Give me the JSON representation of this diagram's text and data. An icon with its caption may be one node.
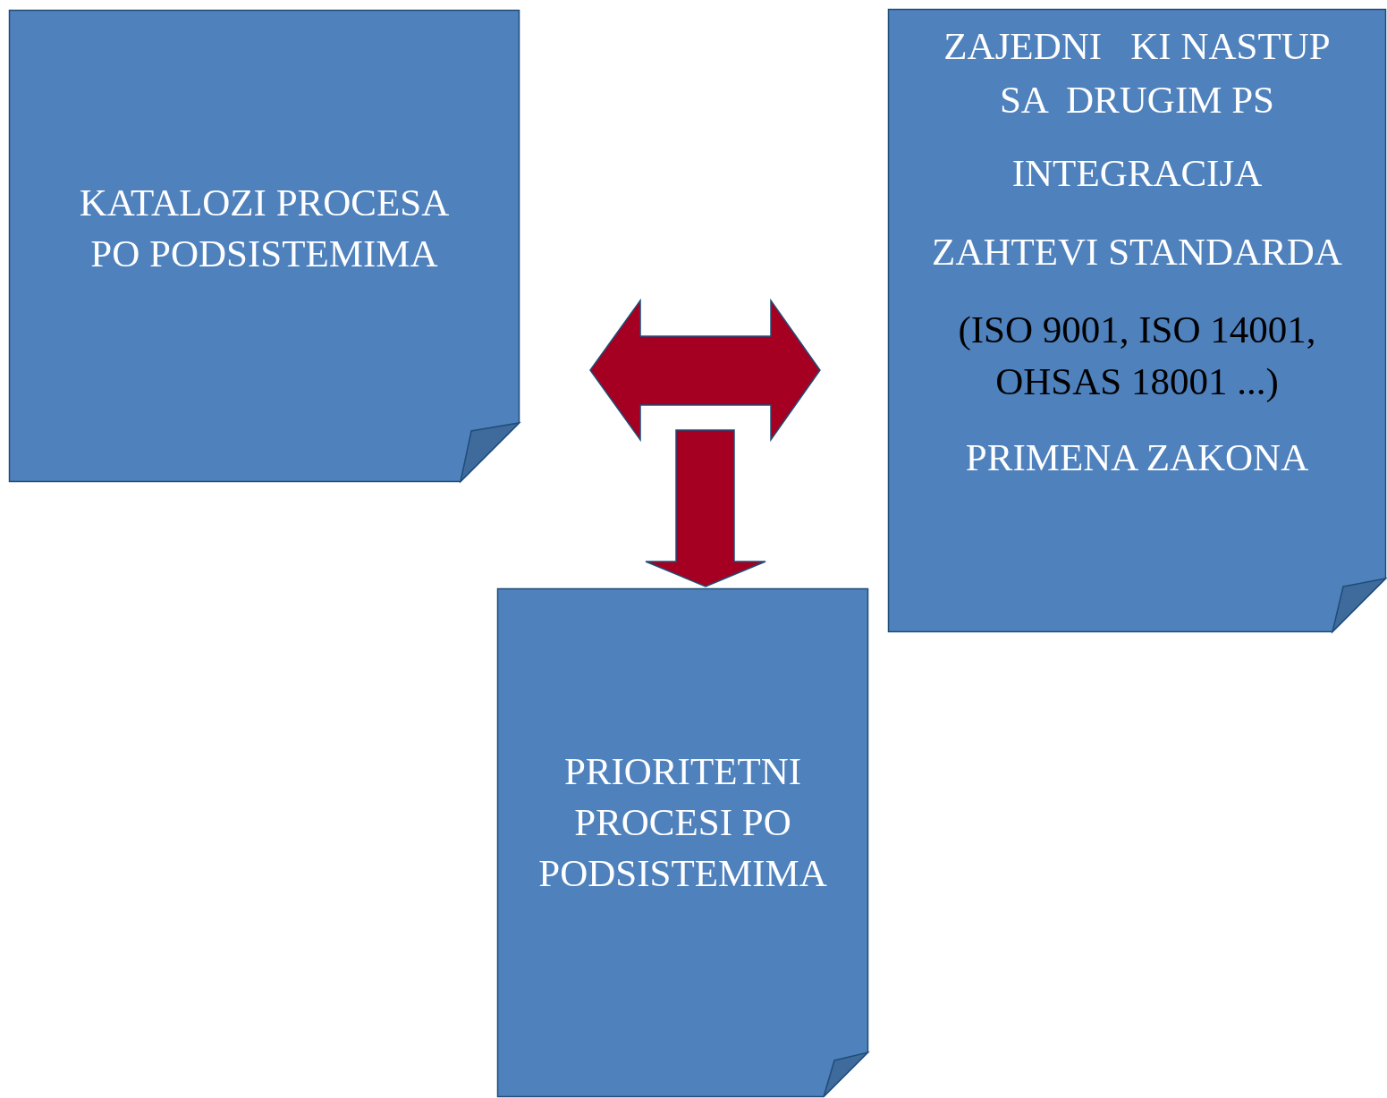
{
  "diagram": {
    "nodes": [
      {
        "text": [
          "KATALOZI PROCESA PO PODSISTEMIMA"
        ]
      },
      {
        "text": [
          "ZAJEDNI   KI NASTUP SA  DRUGIM PS",
          "INTEGRACIJA",
          "ZAHTEVI STANDARDA",
          "(ISO 9001, ISO 14001, OHSAS 18001 ...)",
          "PRIMENA ZAKONA"
        ]
      },
      {
        "text": [
          "PRIORITETNI PROCESI PO PODSISTEMIMA"
        ]
      }
    ],
    "edges": [
      {
        "from": 0,
        "to": 1,
        "arrow": "both",
        "style": "thick",
        "color": "#a50021"
      },
      {
        "from": null,
        "to": 2,
        "arrow": "to",
        "style": "thick",
        "color": "#a50021"
      }
    ]
  }
}
